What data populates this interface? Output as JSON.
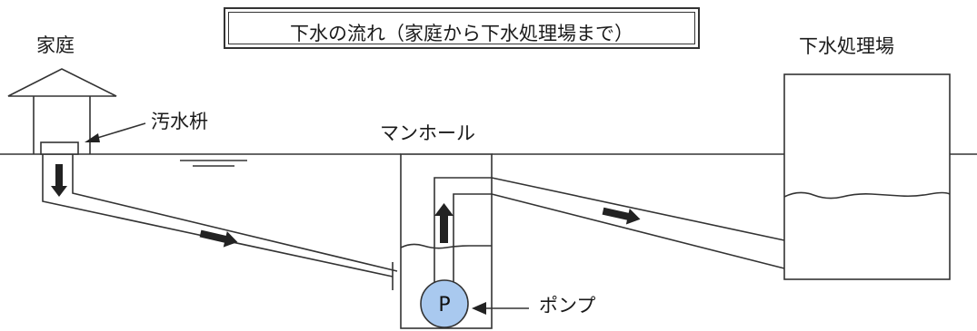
{
  "title": "下水の流れ（家庭から下水処理場まで）",
  "labels": {
    "home": "家庭",
    "sewage_basin": "汚水枡",
    "manhole": "マンホール",
    "treatment_plant": "下水処理場",
    "pump": "ポンプ",
    "pump_symbol": "P"
  },
  "colors": {
    "line": "#333333",
    "pump_fill": "#a9c9ef",
    "arrow": "#222222"
  }
}
